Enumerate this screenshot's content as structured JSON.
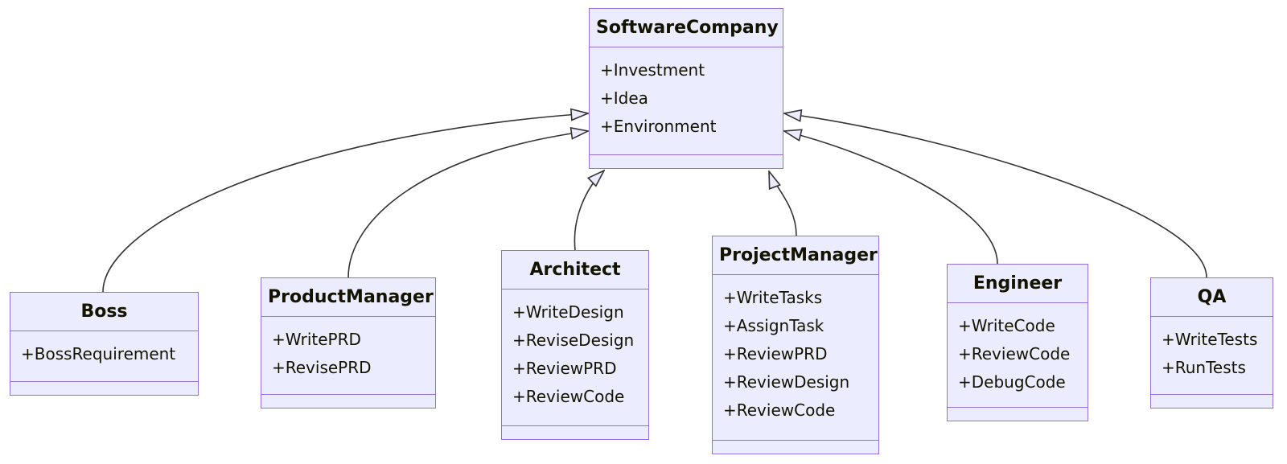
{
  "diagram": {
    "type": "uml-class-diagram",
    "classes": [
      {
        "name": "SoftwareCompany",
        "members": [
          "+Investment",
          "+Idea",
          "+Environment"
        ]
      },
      {
        "name": "Boss",
        "members": [
          "+BossRequirement"
        ]
      },
      {
        "name": "ProductManager",
        "members": [
          "+WritePRD",
          "+RevisePRD"
        ]
      },
      {
        "name": "Architect",
        "members": [
          "+WriteDesign",
          "+ReviseDesign",
          "+ReviewPRD",
          "+ReviewCode"
        ]
      },
      {
        "name": "ProjectManager",
        "members": [
          "+WriteTasks",
          "+AssignTask",
          "+ReviewPRD",
          "+ReviewDesign",
          "+ReviewCode"
        ]
      },
      {
        "name": "Engineer",
        "members": [
          "+WriteCode",
          "+ReviewCode",
          "+DebugCode"
        ]
      },
      {
        "name": "QA",
        "members": [
          "+WriteTests",
          "+RunTests"
        ]
      }
    ],
    "relations": [
      {
        "from": "Boss",
        "to": "SoftwareCompany",
        "type": "inheritance"
      },
      {
        "from": "ProductManager",
        "to": "SoftwareCompany",
        "type": "inheritance"
      },
      {
        "from": "Architect",
        "to": "SoftwareCompany",
        "type": "inheritance"
      },
      {
        "from": "ProjectManager",
        "to": "SoftwareCompany",
        "type": "inheritance"
      },
      {
        "from": "Engineer",
        "to": "SoftwareCompany",
        "type": "inheritance"
      },
      {
        "from": "QA",
        "to": "SoftwareCompany",
        "type": "inheritance"
      }
    ],
    "colors": {
      "node_fill": "#ECECFF",
      "node_border": "#9370DB",
      "edge_line": "#333333",
      "text": "#131300",
      "background": "#ffffff"
    }
  }
}
